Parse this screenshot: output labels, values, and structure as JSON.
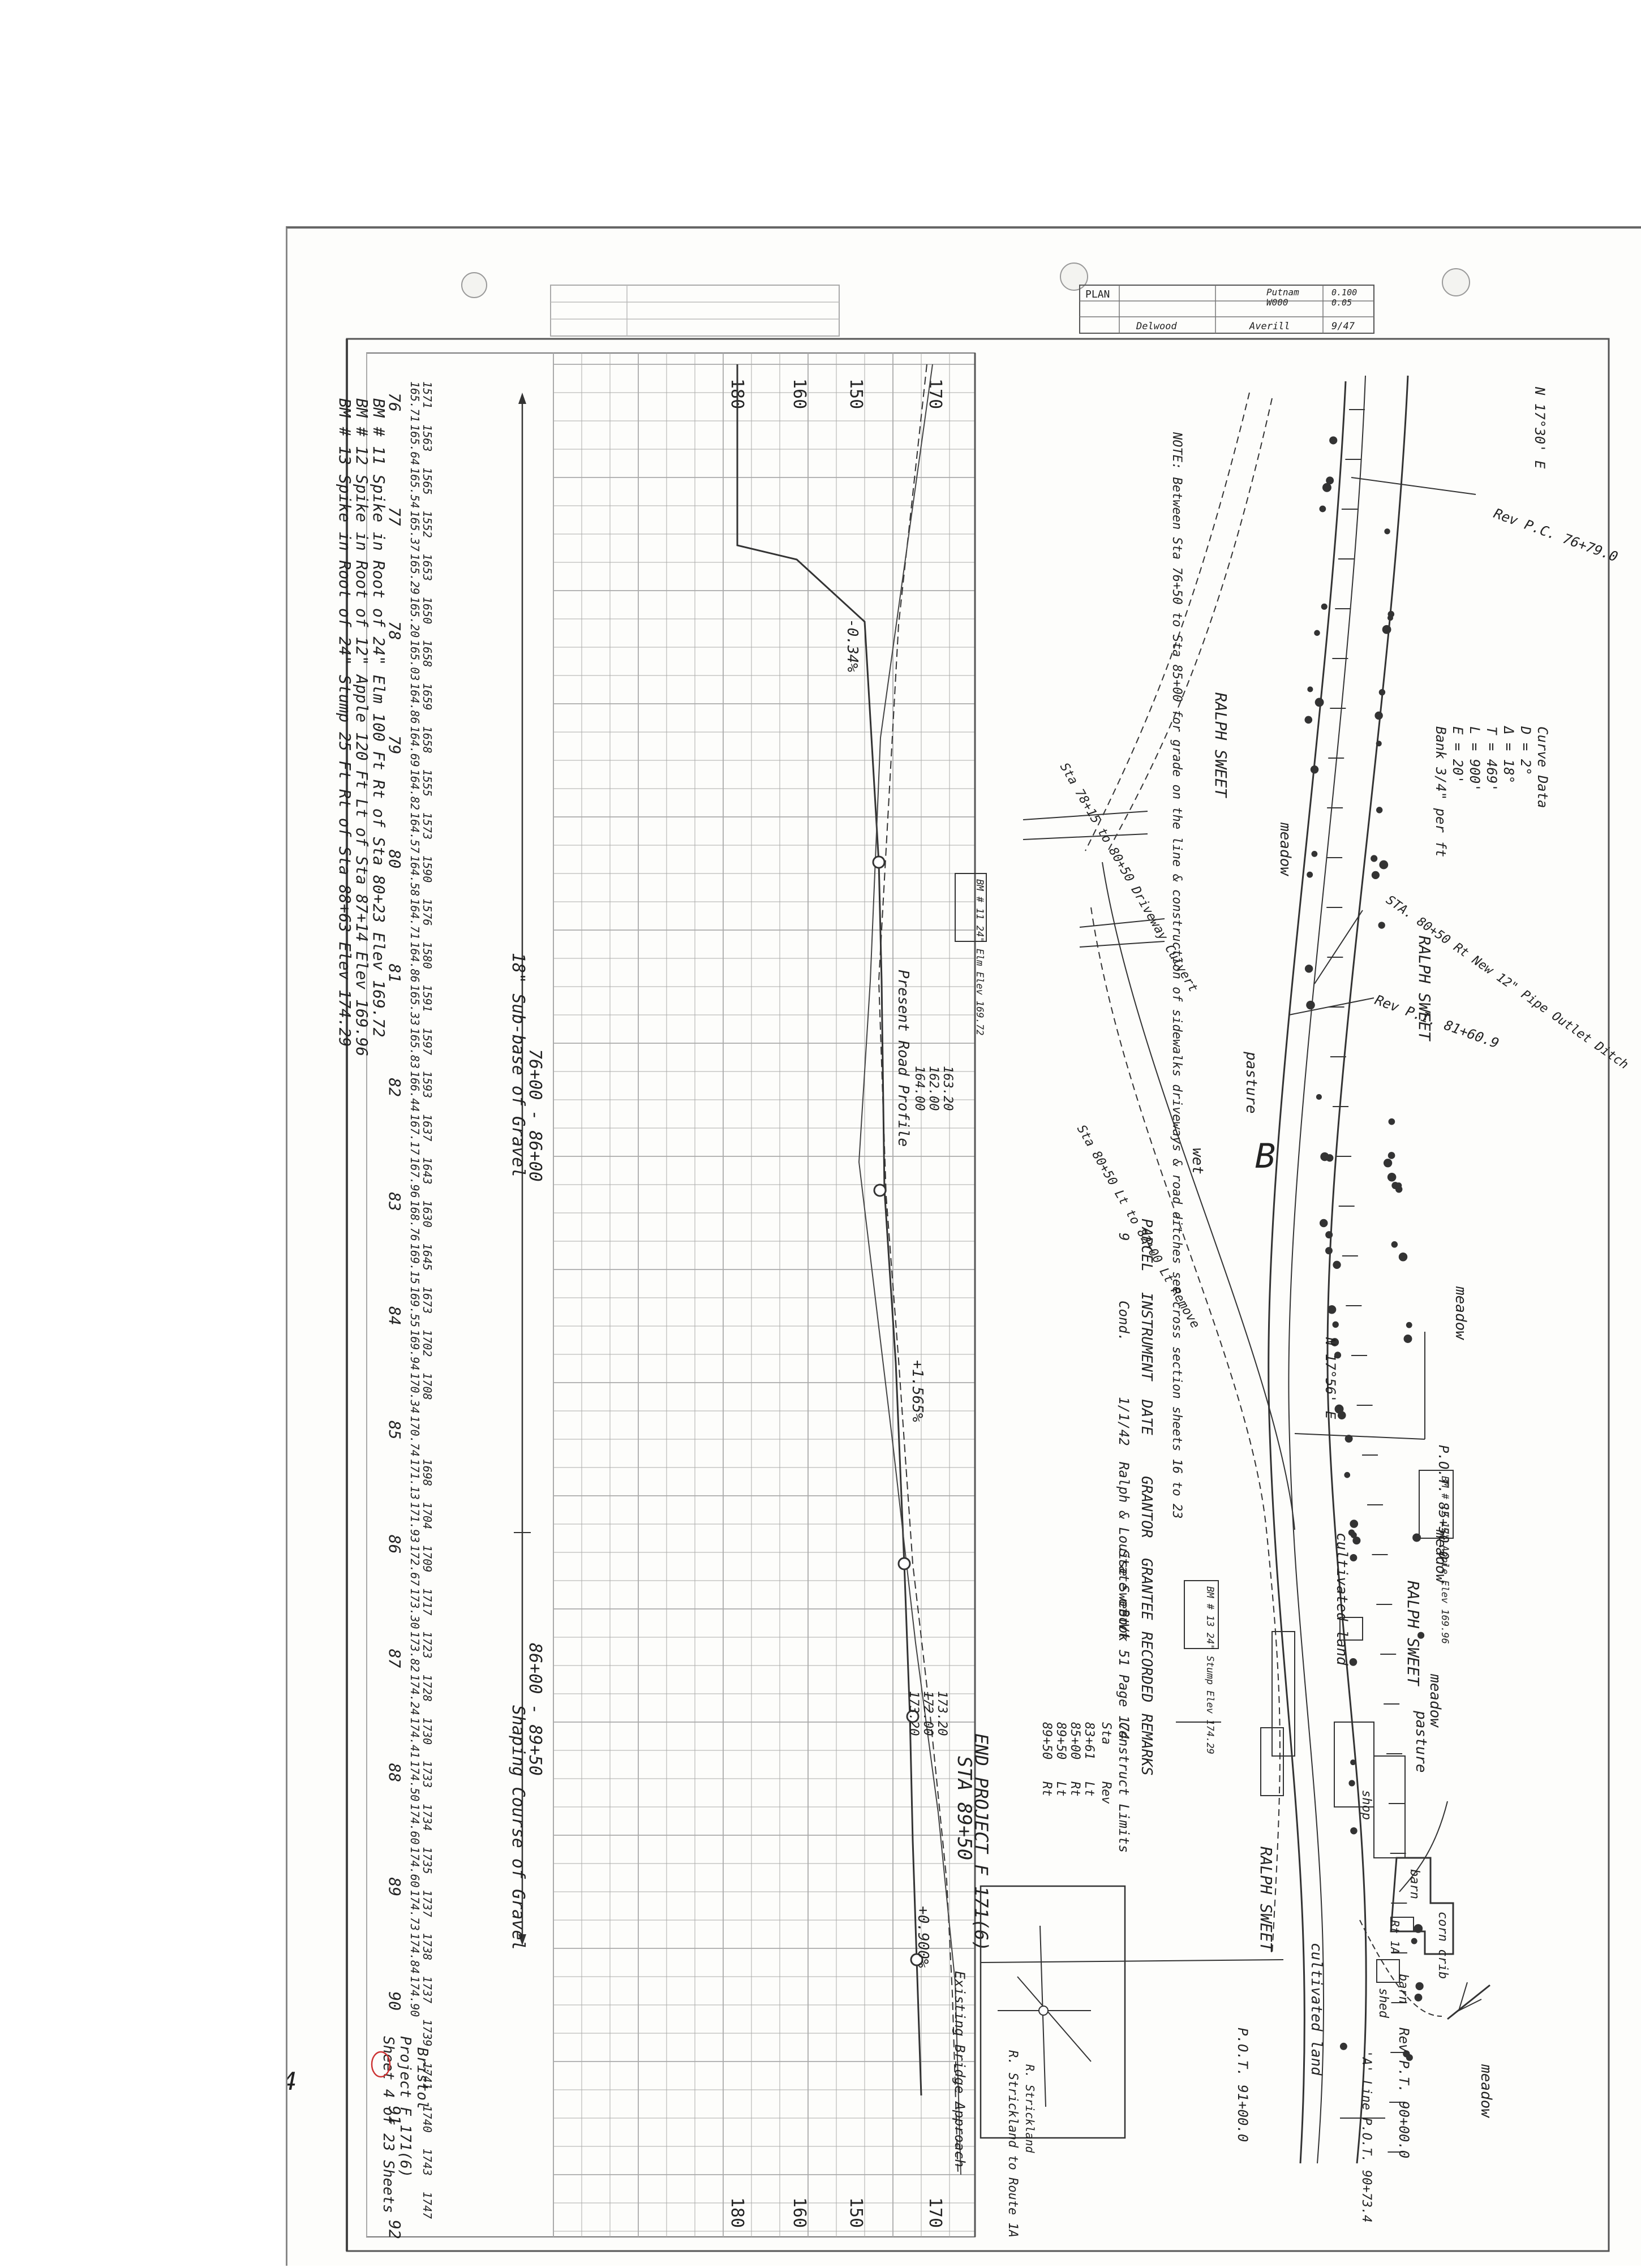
{
  "title_block": {
    "plan_label": "PLAN",
    "county": "Putnam",
    "route_id": "W000",
    "sheet_codes": [
      "0.100",
      "0.05"
    ],
    "drawn_by": "Delwood",
    "checked_by": "Averill",
    "date": "9/47"
  },
  "profile": {
    "elevation_labels": [
      "180",
      "170",
      "160",
      "150"
    ],
    "stations": [
      "76",
      "77",
      "78",
      "79",
      "80",
      "81",
      "82",
      "83",
      "84",
      "85",
      "86",
      "87",
      "88",
      "89",
      "90",
      "91",
      "92"
    ],
    "grade_labels": [
      "-0.34%",
      "+1.565%",
      "+0.900%"
    ],
    "profile_label": "Present Road Profile",
    "elev_stack_1": [
      "163.20",
      "162.00",
      "164.00"
    ],
    "elev_stack_2": [
      "173.20",
      "172.00",
      "173.20"
    ],
    "subbase": "18\" Sub-base of Gravel",
    "subbase_range": "76+00 - 86+00",
    "shaping": "Shaping Course of Gravel",
    "shaping_range": "86+00 - 89+50",
    "end_station": "STA 89+50",
    "end_project": "END PROJECT F 171(6)",
    "existing_bridge": "Existing Bridge Approach",
    "elev_pairs": [
      [
        "1571",
        "165.71"
      ],
      [
        "1563",
        "165.64"
      ],
      [
        "1565",
        "165.54"
      ],
      [
        "1552",
        "165.37"
      ],
      [
        "1653",
        "165.29"
      ],
      [
        "1650",
        "165.20"
      ],
      [
        "1658",
        "165.03"
      ],
      [
        "1659",
        "164.86"
      ],
      [
        "1658",
        "164.69"
      ],
      [
        "1555",
        "164.82"
      ],
      [
        "1573",
        "164.57"
      ],
      [
        "1590",
        "164.58"
      ],
      [
        "1576",
        "164.71"
      ],
      [
        "1580",
        "164.86"
      ],
      [
        "1591",
        "165.33"
      ],
      [
        "1597",
        "165.83"
      ],
      [
        "1593",
        "166.44"
      ],
      [
        "1637",
        "167.17"
      ],
      [
        "1643",
        "167.96"
      ],
      [
        "1630",
        "168.76"
      ],
      [
        "1645",
        "169.15"
      ],
      [
        "1673",
        "169.55"
      ],
      [
        "1702",
        "169.94"
      ],
      [
        "1708",
        "170.34"
      ],
      [
        "",
        "170.74"
      ],
      [
        "1698",
        "171.13"
      ],
      [
        "1704",
        "171.93"
      ],
      [
        "1709",
        "172.67"
      ],
      [
        "1717",
        "173.30"
      ],
      [
        "1723",
        "173.82"
      ],
      [
        "1728",
        "174.24"
      ],
      [
        "1730",
        "174.41"
      ],
      [
        "1733",
        "174.50"
      ],
      [
        "1734",
        "174.60"
      ],
      [
        "1735",
        "174.60"
      ],
      [
        "1737",
        "174.73"
      ],
      [
        "1738",
        "174.84"
      ],
      [
        "1737",
        "174.90"
      ],
      [
        "1739",
        ""
      ],
      [
        "1741",
        ""
      ],
      [
        "1740",
        ""
      ],
      [
        "1743",
        ""
      ],
      [
        "1747",
        ""
      ]
    ],
    "benchmarks": [
      "BM # 11 Spike in Root of 24\" Elm 100 Ft Rt of Sta 80+23   Elev 169.72",
      "BM # 12 Spike in Root of 12\" Apple 120 Ft Lt of Sta 87+14   Elev 169.96",
      "BM # 13 Spike in Root of 24\" Stump 25 Ft Rt of Sta 88+63   Elev 174.29"
    ],
    "sheet_note": [
      "Bristol",
      "Project F 171(6)",
      "Sheet 4 of 23 Sheets"
    ],
    "margin_mark": "4"
  },
  "plan": {
    "owners": [
      "RALPH SWEET",
      "RALPH SWEET",
      "RALPH SWEET",
      "RALPH SWEET"
    ],
    "land_uses": [
      "meadow",
      "meadow",
      "meadow",
      "meadow",
      "meadow",
      "pasture",
      "pasture",
      "cultivated land",
      "cultivated land",
      "wet"
    ],
    "buildings": [
      "shop",
      "barn",
      "corn crib",
      "barn",
      "shed"
    ],
    "curve_data": [
      "Curve Data",
      "D = 2°",
      "Δ = 18°",
      "T = 469'",
      "L = 900'",
      "E = 20'",
      "Bank 3/4\" per ft"
    ],
    "note": "NOTE: Between Sta 76+50 to Sta 85+00 for grade on the line & construction of sidewalks driveways & road ditches see cross section sheets 16 to 23",
    "bm_boxes": [
      "BM # 11\n24\" Elm\nElev 169.72",
      "BM # 12\n12\" Apple\nElev 169.96",
      "BM # 13\n24\" Stump\nElev 174.29"
    ],
    "callouts": [
      "Rev P.C. 76+79.0",
      "Rev P.I. 81+60.9",
      "P.O.T. 85+50.0",
      "P.O.T. 91+00.0",
      "Rev P.T. 90+00.0",
      "STA. 80+50 Rt\nNew 12\" Pipe\nOutlet Ditch",
      "Sta 78+15 to 80+50\nDriveway Culvert",
      "Sta 80+50 Lt to 82+00 Lt\nRemove",
      "N 17°30' E",
      "N 17°56' E",
      "R. Strickland\nto Route 1A",
      "'A' Line P.O.T. 90+73.4"
    ],
    "parcel_table": {
      "headers": [
        "PARCEL",
        "INSTRUMENT",
        "DATE",
        "GRANTOR",
        "GRANTEE",
        "RECORDED",
        "REMARKS"
      ],
      "row": [
        "9",
        "Cond.",
        "1/1/42",
        "Ralph & Louise Sweet",
        "State of Vt",
        "Book 51 Page 174",
        ""
      ]
    },
    "contract_limits": {
      "title": "Construct Limits",
      "header": [
        "Sta",
        "Rev"
      ],
      "rows": [
        [
          "83+61",
          "Lt"
        ],
        [
          "85+00",
          "Rt"
        ],
        [
          "89+50",
          "Lt"
        ],
        [
          "89+50",
          "Rt"
        ]
      ]
    },
    "inset_labels": [
      "Rt 1A",
      "R. Strickland"
    ]
  }
}
